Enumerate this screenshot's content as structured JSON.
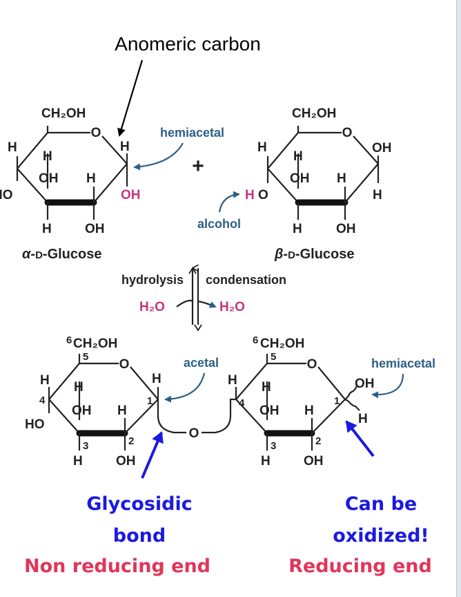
{
  "top_label": "Anomeric carbon",
  "molecules": {
    "alpha": {
      "name_prefix": "α-",
      "name_d": "D",
      "name_suffix": "-Glucose",
      "ch2oh": "CH₂OH",
      "ring_o": "O",
      "h": "H",
      "oh": "OH",
      "ho": "HO",
      "anomeric_oh": "OH"
    },
    "beta": {
      "name_prefix": "β-",
      "name_d": "D",
      "name_suffix": "-Glucose",
      "ch2oh": "CH₂OH",
      "ring_o": "O",
      "h": "H",
      "oh": "OH",
      "alcohol_h": "H",
      "alcohol_o": "O"
    },
    "disaccharide": {
      "ch2oh": "CH₂OH",
      "ring_o": "O",
      "bridge_o": "O",
      "h": "H",
      "oh": "OH",
      "ho": "HO",
      "numbers": [
        "1",
        "2",
        "3",
        "4",
        "5",
        "6"
      ]
    }
  },
  "annotations": {
    "hemiacetal_top": "hemiacetal",
    "alcohol": "alcohol",
    "plus": "+",
    "hydrolysis": "hydrolysis",
    "condensation": "condensation",
    "water_left": "H₂O",
    "water_right": "H₂O",
    "acetal": "acetal",
    "hemiacetal_bottom": "hemiacetal"
  },
  "callouts": {
    "glycosidic_line1": "Glycosidic",
    "glycosidic_line2": "bond",
    "non_reducing": "Non reducing end",
    "oxidized_line1": "Can be",
    "oxidized_line2": "oxidized!",
    "reducing": "Reducing end"
  },
  "colors": {
    "annotation_blue": "#2d5f86",
    "pink": "#c5357a",
    "callout_blue": "#1a1ae0",
    "callout_red": "#e0365a"
  }
}
